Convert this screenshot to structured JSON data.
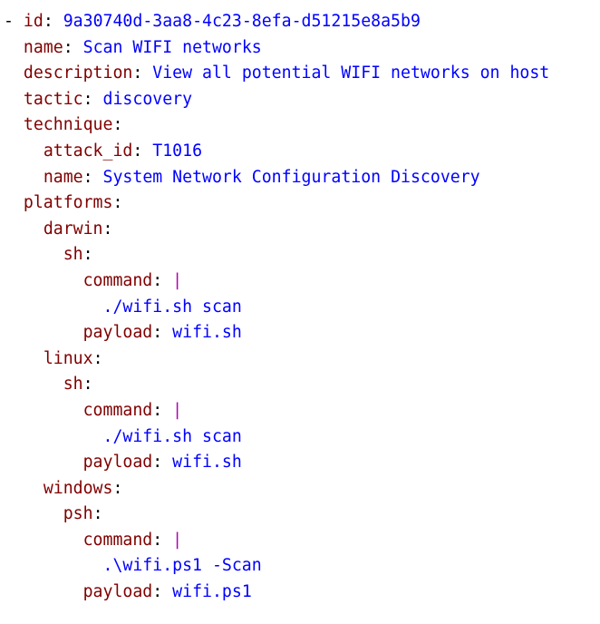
{
  "colors": {
    "key": "#800000",
    "value": "#0000ff",
    "punctuation": "#000000",
    "block_indicator": "#b000b0",
    "background": "#ffffff"
  },
  "lines": [
    {
      "indent": 0,
      "dash": "- ",
      "key": "id",
      "value": "9a30740d-3aa8-4c23-8efa-d51215e8a5b9"
    },
    {
      "indent": 2,
      "key": "name",
      "value": "Scan WIFI networks"
    },
    {
      "indent": 2,
      "key": "description",
      "value": "View all potential WIFI networks on host"
    },
    {
      "indent": 2,
      "key": "tactic",
      "value": "discovery"
    },
    {
      "indent": 2,
      "key": "technique",
      "value": ""
    },
    {
      "indent": 4,
      "key": "attack_id",
      "value": "T1016"
    },
    {
      "indent": 4,
      "key": "name",
      "value": "System Network Configuration Discovery"
    },
    {
      "indent": 2,
      "key": "platforms",
      "value": ""
    },
    {
      "indent": 4,
      "key": "darwin",
      "value": ""
    },
    {
      "indent": 6,
      "key": "sh",
      "value": ""
    },
    {
      "indent": 8,
      "key": "command",
      "pipe": "|"
    },
    {
      "indent": 10,
      "block": "./wifi.sh scan"
    },
    {
      "indent": 8,
      "key": "payload",
      "value": "wifi.sh"
    },
    {
      "indent": 4,
      "key": "linux",
      "value": ""
    },
    {
      "indent": 6,
      "key": "sh",
      "value": ""
    },
    {
      "indent": 8,
      "key": "command",
      "pipe": "|"
    },
    {
      "indent": 10,
      "block": "./wifi.sh scan"
    },
    {
      "indent": 8,
      "key": "payload",
      "value": "wifi.sh"
    },
    {
      "indent": 4,
      "key": "windows",
      "value": ""
    },
    {
      "indent": 6,
      "key": "psh",
      "value": ""
    },
    {
      "indent": 8,
      "key": "command",
      "pipe": "|"
    },
    {
      "indent": 10,
      "block": ".\\wifi.ps1 -Scan"
    },
    {
      "indent": 8,
      "key": "payload",
      "value": "wifi.ps1"
    }
  ]
}
